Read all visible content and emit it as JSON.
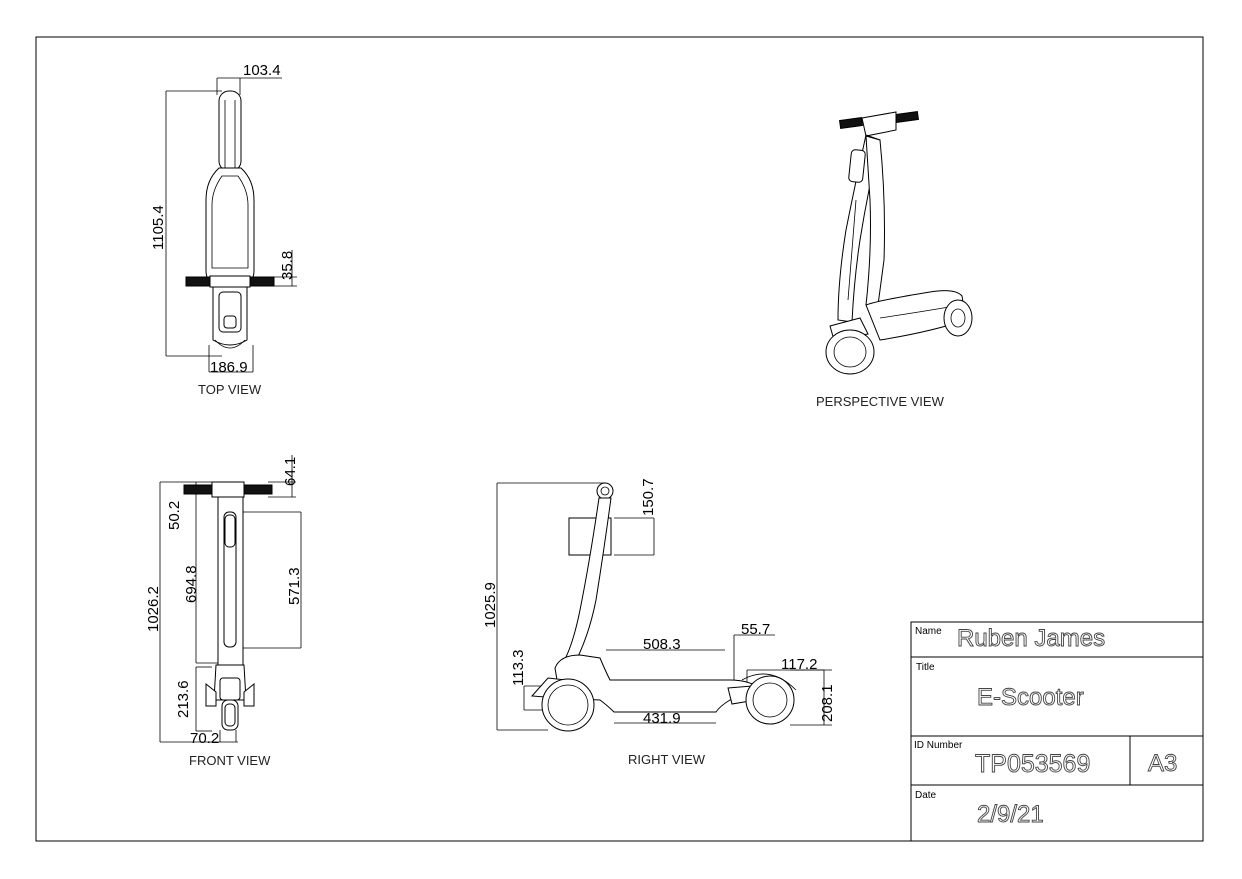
{
  "views": {
    "top": {
      "label": "TOP VIEW",
      "dims": {
        "width": "103.4",
        "length": "1105.4",
        "bar": "35.8",
        "base": "186.9"
      }
    },
    "front": {
      "label": "FRONT VIEW",
      "dims": {
        "grip": "64.1",
        "top": "50.2",
        "height": "1026.2",
        "stem": "694.8",
        "display": "571.3",
        "fork": "213.6",
        "wheel": "70.2"
      }
    },
    "right": {
      "label": "RIGHT VIEW",
      "dims": {
        "head": "150.7",
        "height": "1025.9",
        "deck_top": "508.3",
        "step": "55.7",
        "rear": "117.2",
        "front_wheel": "113.3",
        "deck_bottom": "431.9",
        "rear_wheel": "208.1"
      }
    },
    "perspective": {
      "label": "PERSPECTIVE  VIEW"
    }
  },
  "title_block": {
    "name_label": "Name",
    "name": "Ruben James",
    "title_label": "Title",
    "title": "E-Scooter",
    "id_label": "ID Number",
    "id": "TP053569",
    "size": "A3",
    "date_label": "Date",
    "date": "2/9/21"
  }
}
